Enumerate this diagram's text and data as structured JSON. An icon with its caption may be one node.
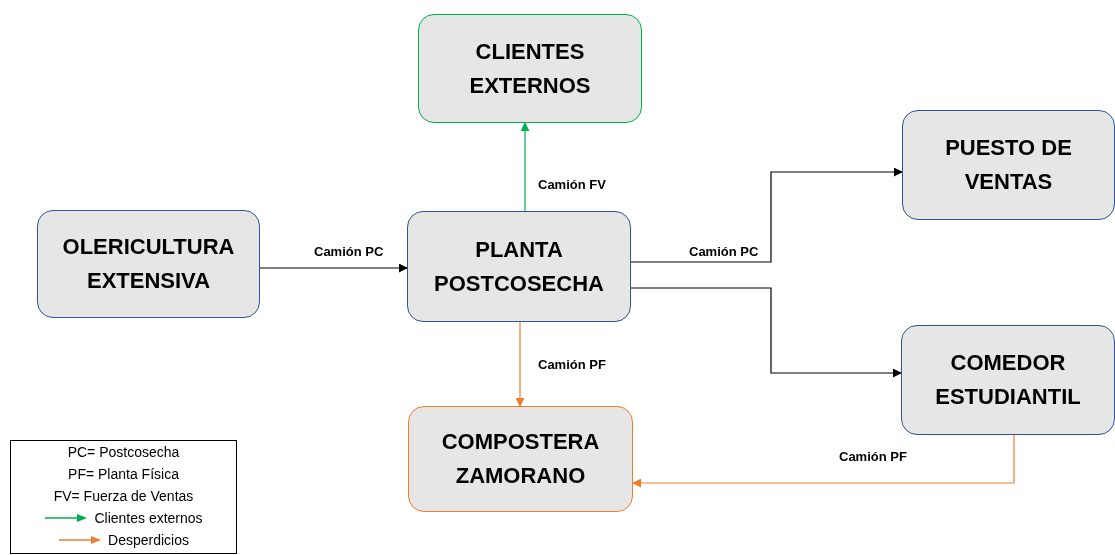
{
  "diagram": {
    "nodes": [
      {
        "text": [
          "OLERICULTURA EXTENSIVA"
        ]
      },
      {
        "text": [
          "CLIENTES EXTERNOS"
        ]
      },
      {
        "text": [
          "PLANTA POSTCOSECHA"
        ]
      },
      {
        "text": [
          "PUESTO DE VENTAS"
        ]
      },
      {
        "text": [
          "COMEDOR ESTUDIANTIL"
        ]
      },
      {
        "text": [
          "COMPOSTERA ZAMORANO"
        ]
      }
    ],
    "edges": [
      {
        "from": 0,
        "to": 2,
        "arrow": "to",
        "label": "Camión PC"
      },
      {
        "from": 2,
        "to": 1,
        "arrow": "to",
        "label": "Camión FV",
        "color": "#00b050"
      },
      {
        "from": 2,
        "to": 3,
        "arrow": "to",
        "label": "Camión PC"
      },
      {
        "from": 2,
        "to": 4,
        "arrow": "to"
      },
      {
        "from": 2,
        "to": 5,
        "arrow": "to",
        "label": "Camión PF",
        "color": "#ed7d31"
      },
      {
        "from": 4,
        "to": 5,
        "arrow": "to",
        "label": "Camión PF",
        "color": "#ed7d31"
      }
    ],
    "legend": [
      {
        "text": "PC= Postcosecha"
      },
      {
        "text": "PF= Planta Física"
      },
      {
        "text": "FV= Fuerza de Ventas"
      },
      {
        "text": "Clientes externos",
        "color": "#00b050"
      },
      {
        "text": "Desperdicios",
        "color": "#ed7d31"
      }
    ]
  }
}
